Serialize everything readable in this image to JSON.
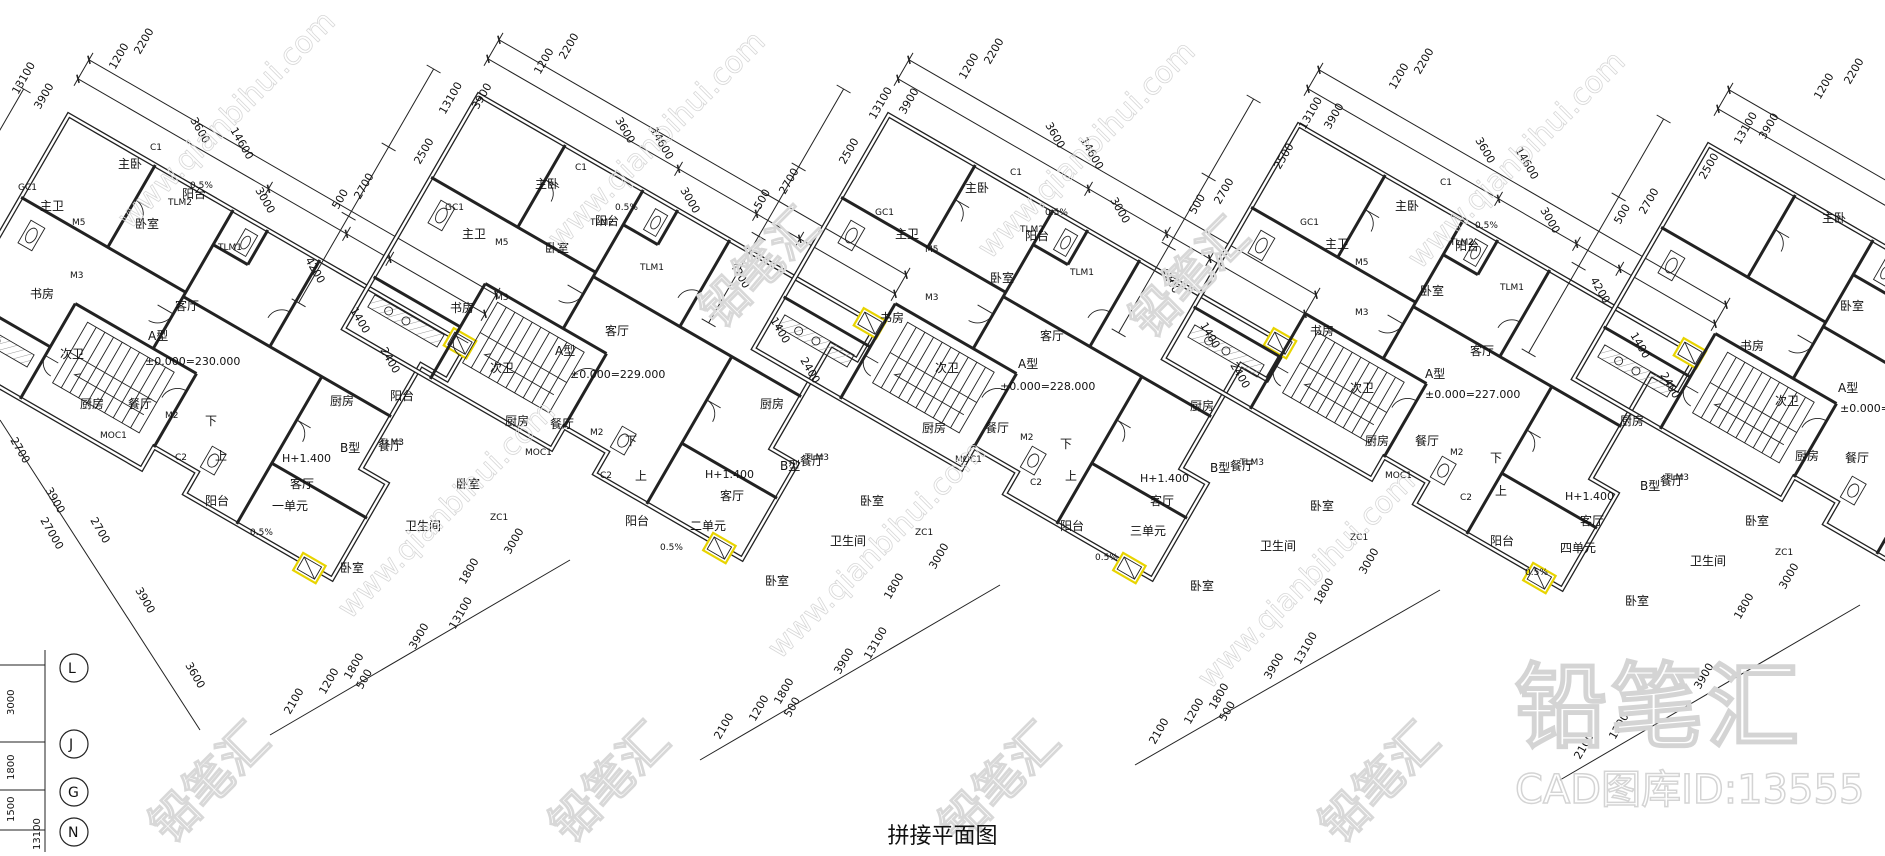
{
  "drawing": {
    "caption": "拼接平面图",
    "watermark_main": "铅笔汇",
    "watermark_id": "CAD图库ID:13555",
    "watermark_url": "www.qianbihui.com",
    "units": [
      {
        "unit_label": "一单元",
        "elevation": "±0.000=230.000"
      },
      {
        "unit_label": "二单元",
        "elevation": "±0.000=229.000"
      },
      {
        "unit_label": "三单元",
        "elevation": "±0.000=228.000"
      },
      {
        "unit_label": "四单元",
        "elevation": "±0.000=227.000"
      }
    ],
    "upper_flat": "A型",
    "lower_flat": "B型",
    "lower_height": "H+1.400",
    "rooms": {
      "master_bed": "主卧",
      "master_bath": "主卫",
      "balcony": "阳台",
      "bedroom": "卧室",
      "living": "客厅",
      "study": "书房",
      "guest_bath": "次卫",
      "kitchen": "厨房",
      "dining": "餐厅",
      "bath": "卫生间",
      "up": "上",
      "down": "下"
    },
    "tags": {
      "c1": "C1",
      "c2": "C2",
      "gc1": "GC1",
      "zc1": "ZC1",
      "moc1": "MOC1",
      "m2": "M2",
      "m3": "M3",
      "m5": "M5",
      "tlm1": "TLM1",
      "tlm2": "TLM2",
      "tlm3": "TLM3",
      "slope": "0.5%"
    },
    "dims": {
      "d3900": "3900",
      "d1200": "1200",
      "d2200": "2200",
      "d2700": "2700",
      "d2500": "2500",
      "d500": "500",
      "d3600": "3600",
      "d3000": "3000",
      "d4200": "4200",
      "d1400": "1400",
      "d2400": "2400",
      "d1800": "1800",
      "d2100": "2100",
      "d14600": "14600",
      "d13100": "13100",
      "d27000": "27000"
    },
    "axes": {
      "ax1": "L",
      "ax2": "J",
      "ax3": "G",
      "ax4": "N",
      "v1": "3000",
      "v2": "1800",
      "v3": "1500",
      "v4": "13100"
    }
  }
}
